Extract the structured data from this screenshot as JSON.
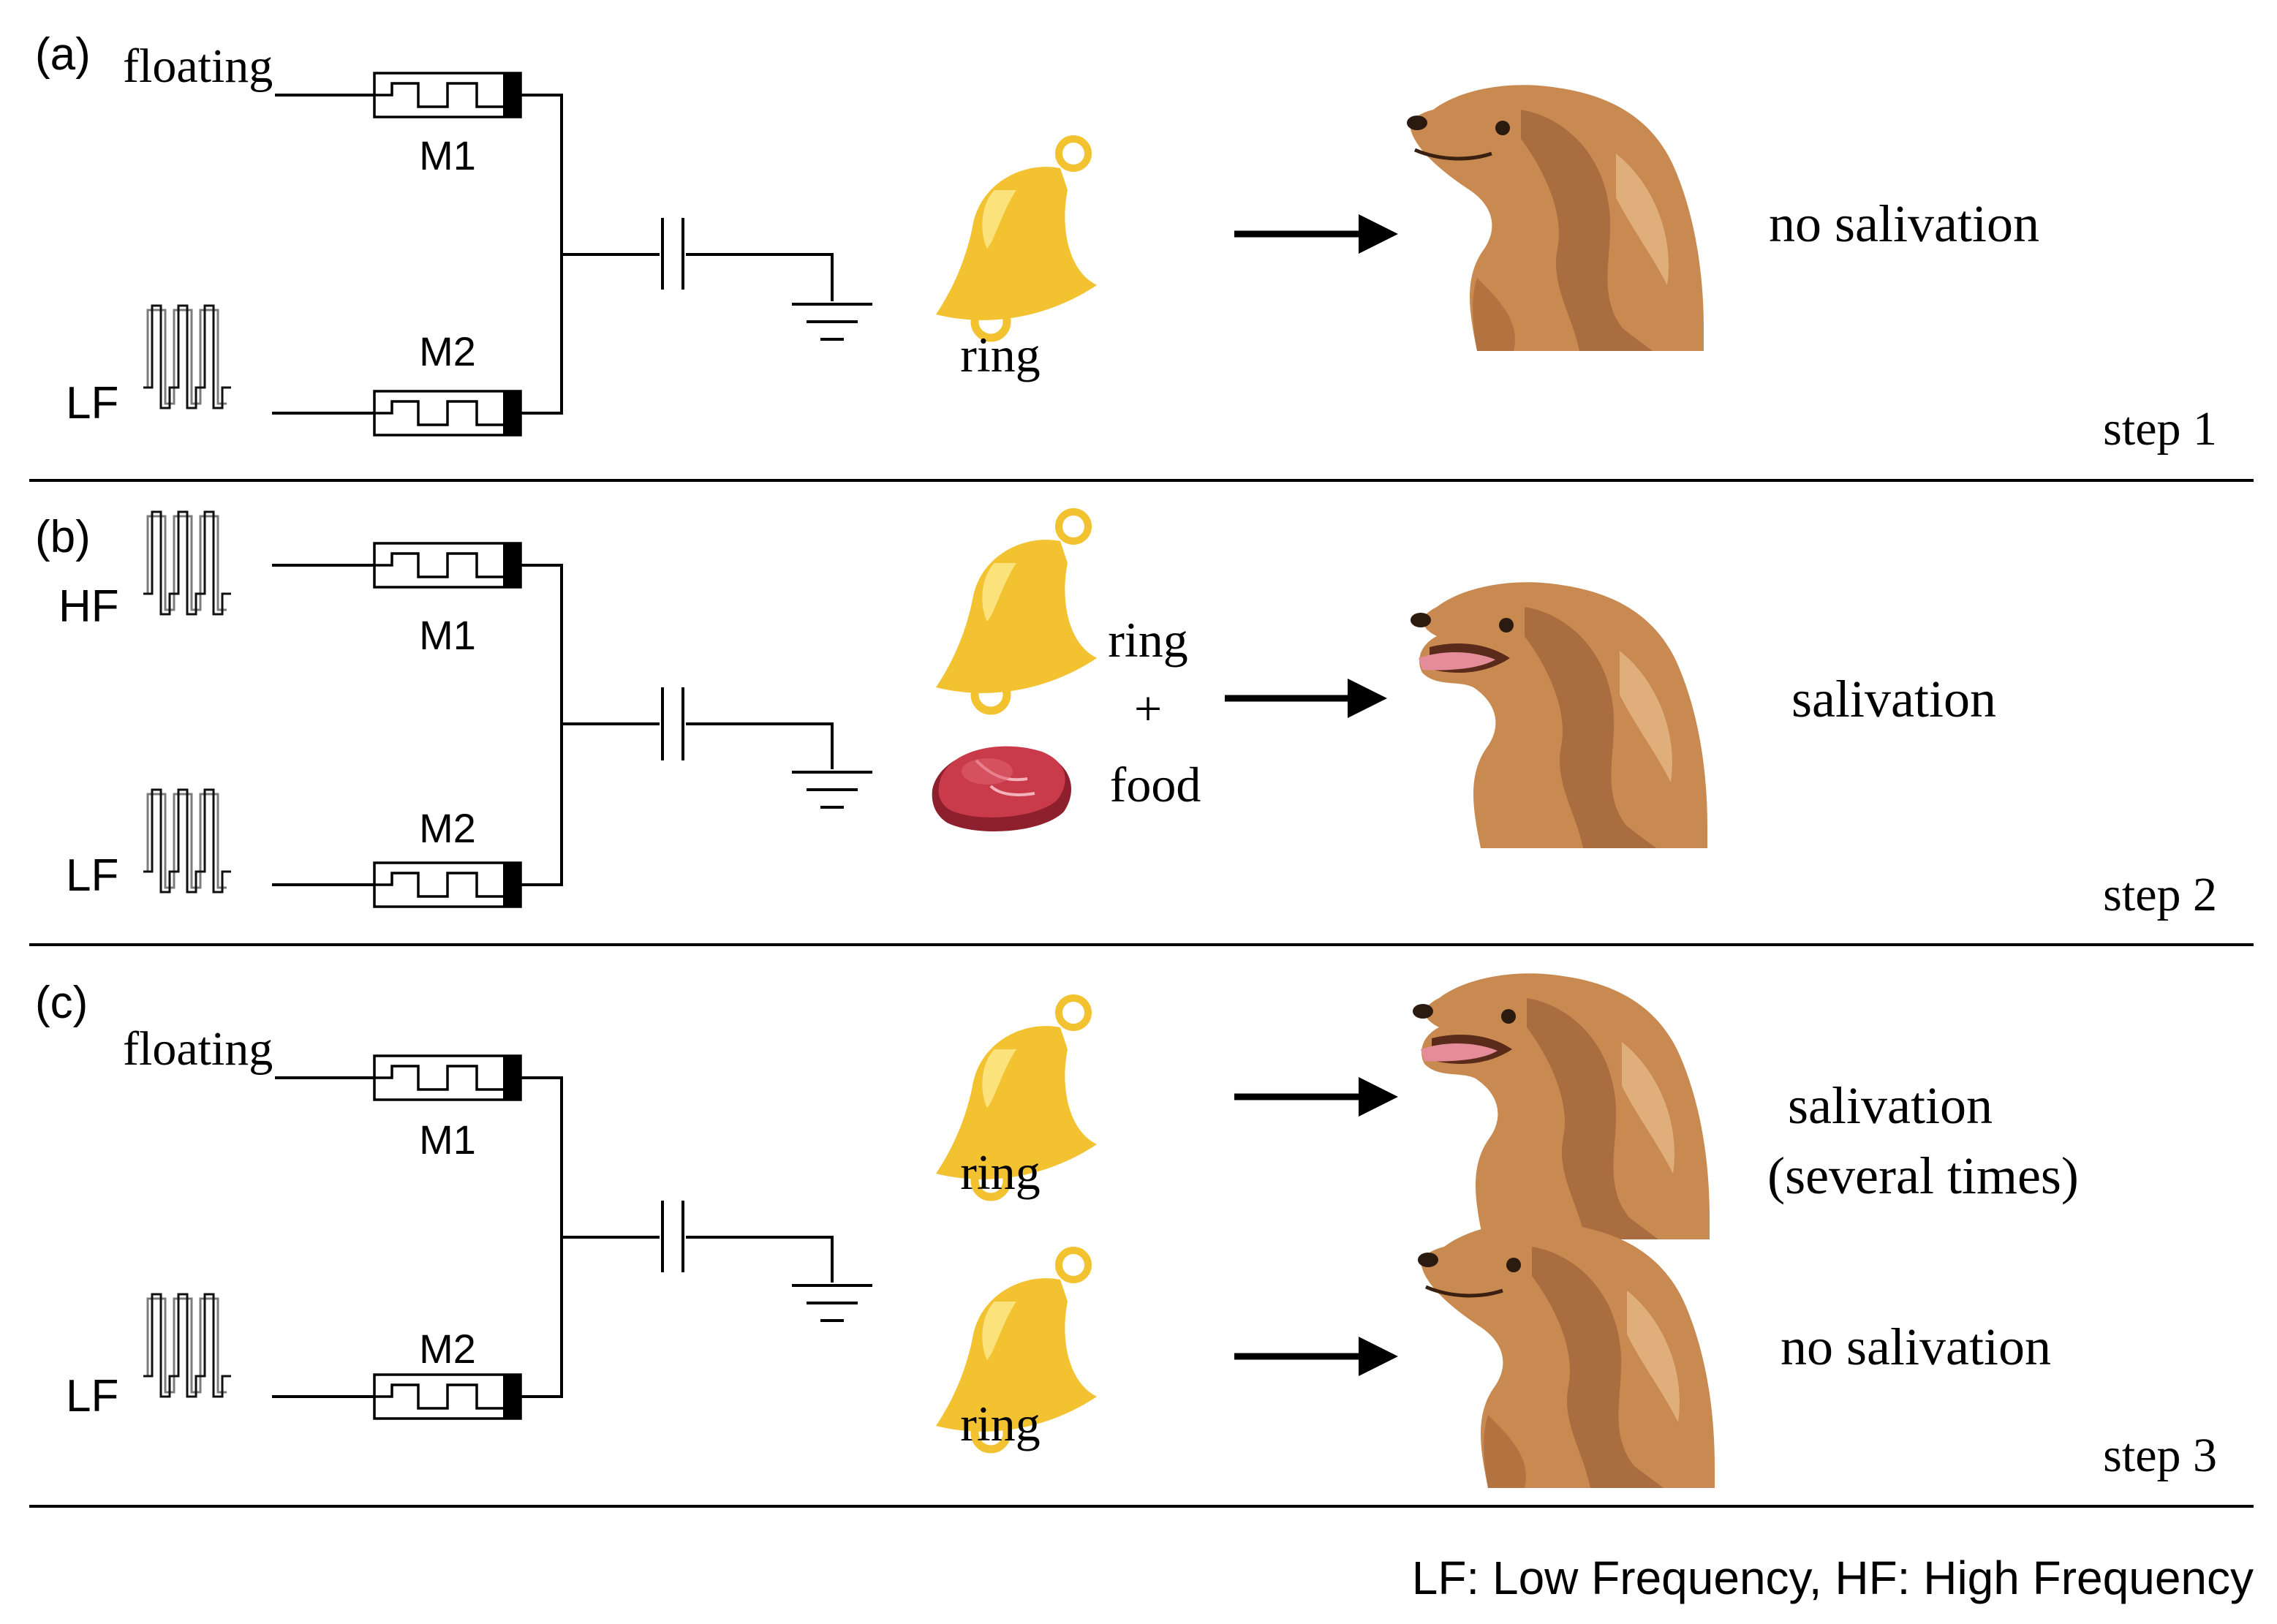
{
  "footer_note": "LF: Low Frequency, HF: High Frequency",
  "panels": [
    {
      "label": "(a)",
      "top_input": "floating",
      "bottom_input": "LF",
      "top_device": "M1",
      "bottom_device": "M2",
      "stimuli": [
        "ring"
      ],
      "responses": [
        "no salivation"
      ],
      "step": "step 1"
    },
    {
      "label": "(b)",
      "top_input": "HF",
      "bottom_input": "LF",
      "top_device": "M1",
      "bottom_device": "M2",
      "stimulus_ring": "ring",
      "stimulus_plus": "+",
      "stimulus_food": "food",
      "responses": [
        "salivation"
      ],
      "step": "step 2"
    },
    {
      "label": "(c)",
      "top_input": "floating",
      "bottom_input": "LF",
      "top_device": "M1",
      "bottom_device": "M2",
      "stimuli": [
        "ring",
        "ring"
      ],
      "responses": [
        "salivation",
        "(several times)",
        "no salivation"
      ],
      "step": "step 3"
    }
  ],
  "colors": {
    "bell": "#F2C230",
    "bell_highlight": "#FBE27A",
    "meat": "#B52A3A",
    "dog_fur": "#C98A52",
    "dog_dark": "#8E5630",
    "tongue": "#E58C9A"
  },
  "icons": [
    "bell-icon",
    "meat-icon",
    "dog-head-icon",
    "square-pulse-icon",
    "memristor-icon",
    "capacitor-icon",
    "ground-icon"
  ]
}
